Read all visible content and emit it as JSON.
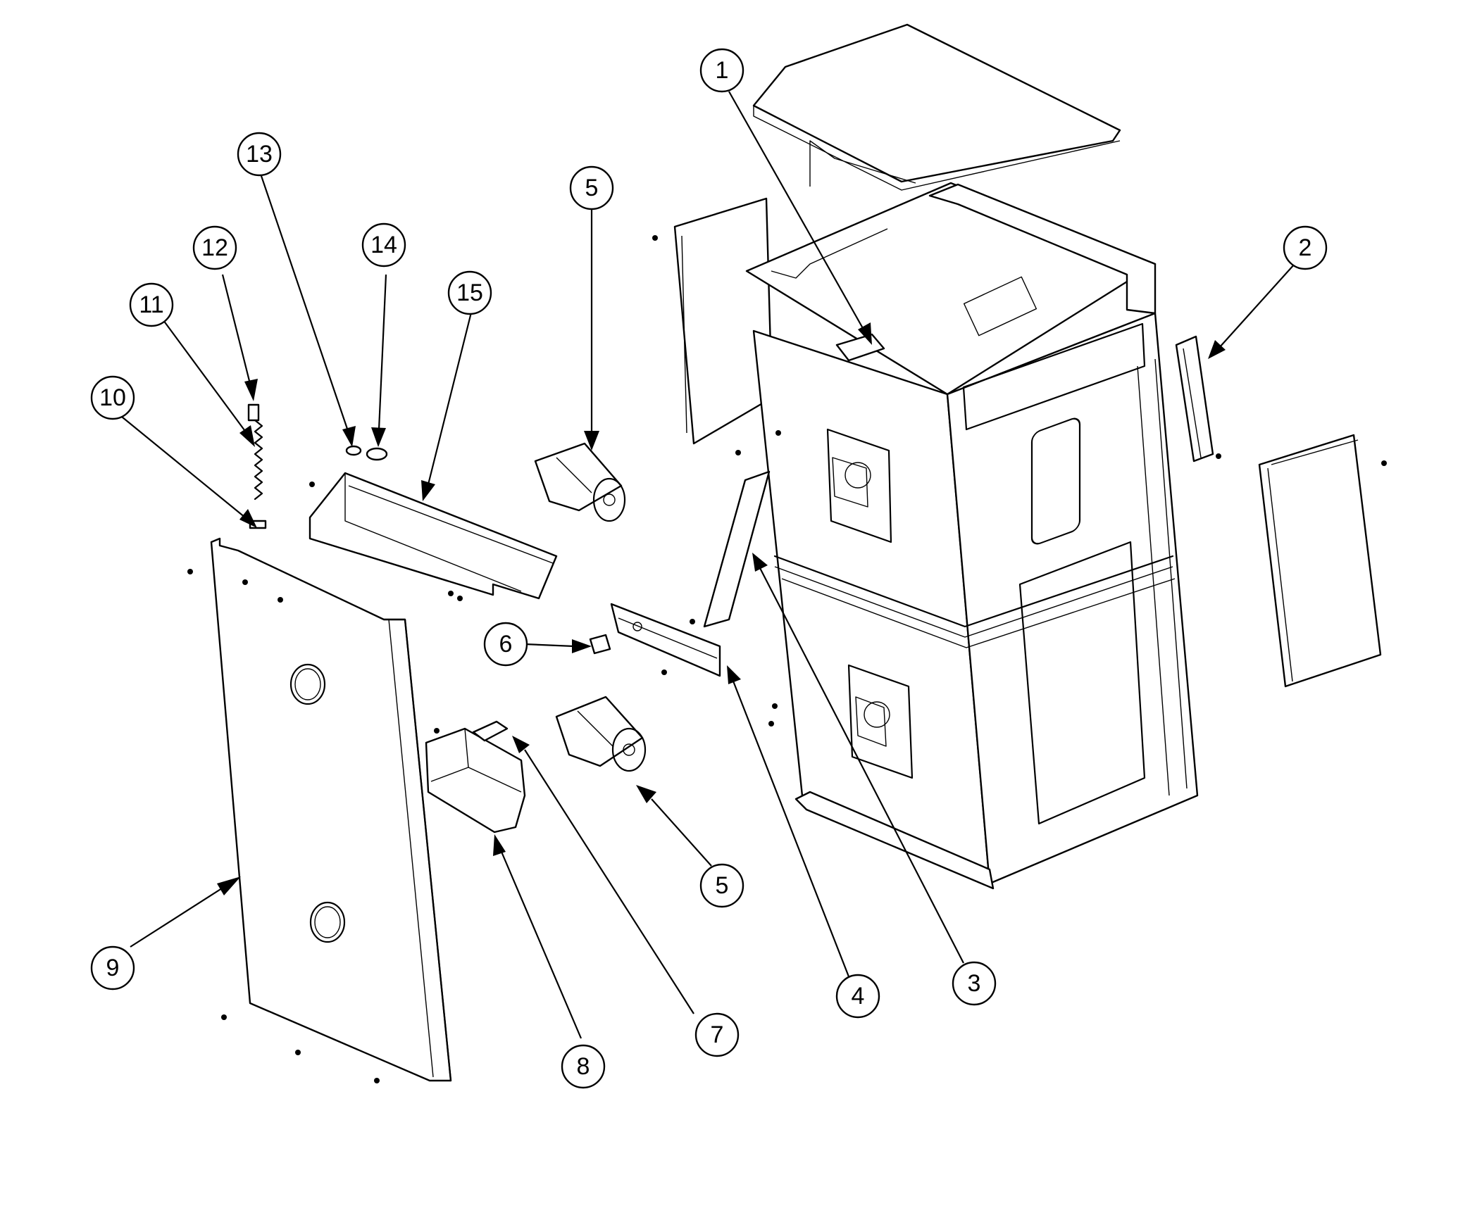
{
  "callouts": [
    {
      "id": "c1",
      "label": "1"
    },
    {
      "id": "c2",
      "label": "2"
    },
    {
      "id": "c3",
      "label": "3"
    },
    {
      "id": "c4",
      "label": "4"
    },
    {
      "id": "c5a",
      "label": "5"
    },
    {
      "id": "c5b",
      "label": "5"
    },
    {
      "id": "c6",
      "label": "6"
    },
    {
      "id": "c7",
      "label": "7"
    },
    {
      "id": "c8",
      "label": "8"
    },
    {
      "id": "c9",
      "label": "9"
    },
    {
      "id": "c10",
      "label": "10"
    },
    {
      "id": "c11",
      "label": "11"
    },
    {
      "id": "c12",
      "label": "12"
    },
    {
      "id": "c13",
      "label": "13"
    },
    {
      "id": "c14",
      "label": "14"
    },
    {
      "id": "c15",
      "label": "15"
    }
  ]
}
